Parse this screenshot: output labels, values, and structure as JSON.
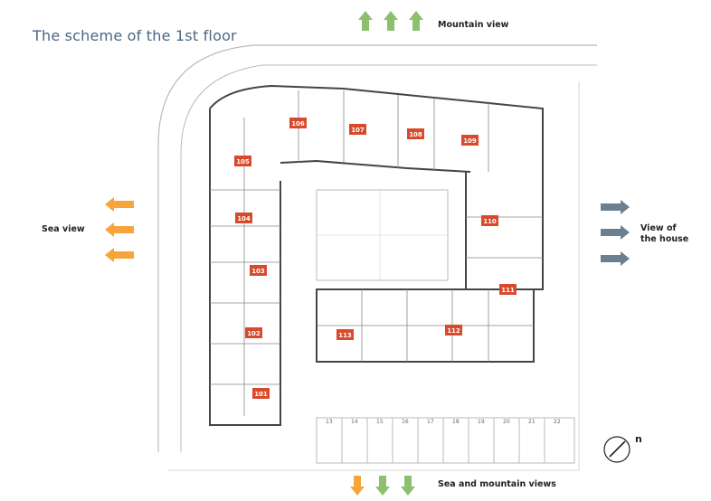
{
  "title": "The scheme of the 1st floor",
  "labels": {
    "mountain_view": "Mountain view",
    "sea_view": "Sea view",
    "house_view": "View of the house",
    "sea_mountain_views": "Sea and mountain views",
    "north": "n"
  },
  "units": [
    "101",
    "102",
    "103",
    "104",
    "105",
    "106",
    "107",
    "108",
    "109",
    "110",
    "111",
    "112",
    "113"
  ],
  "parking_numbers": [
    "13",
    "14",
    "15",
    "16",
    "17",
    "18",
    "19",
    "20",
    "21",
    "22"
  ],
  "colors": {
    "title": "#4b6585",
    "unit_tag": "#d84a2b",
    "arrow_green": "#8cbf6e",
    "arrow_orange": "#f5a53a",
    "arrow_slate": "#6b7f8e",
    "wall": "#444444"
  }
}
